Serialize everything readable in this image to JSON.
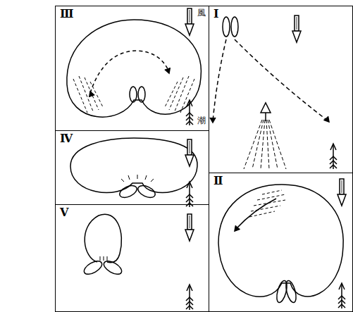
{
  "diagram": {
    "nodes": [
      {
        "text": [
          "Ⅲ"
        ]
      },
      {
        "text": [
          "Ⅰ"
        ]
      },
      {
        "text": [
          "Ⅳ"
        ]
      },
      {
        "text": [
          "Ⅱ"
        ]
      },
      {
        "text": [
          "Ⅴ"
        ]
      }
    ],
    "labels": [
      "風",
      "潮"
    ]
  }
}
